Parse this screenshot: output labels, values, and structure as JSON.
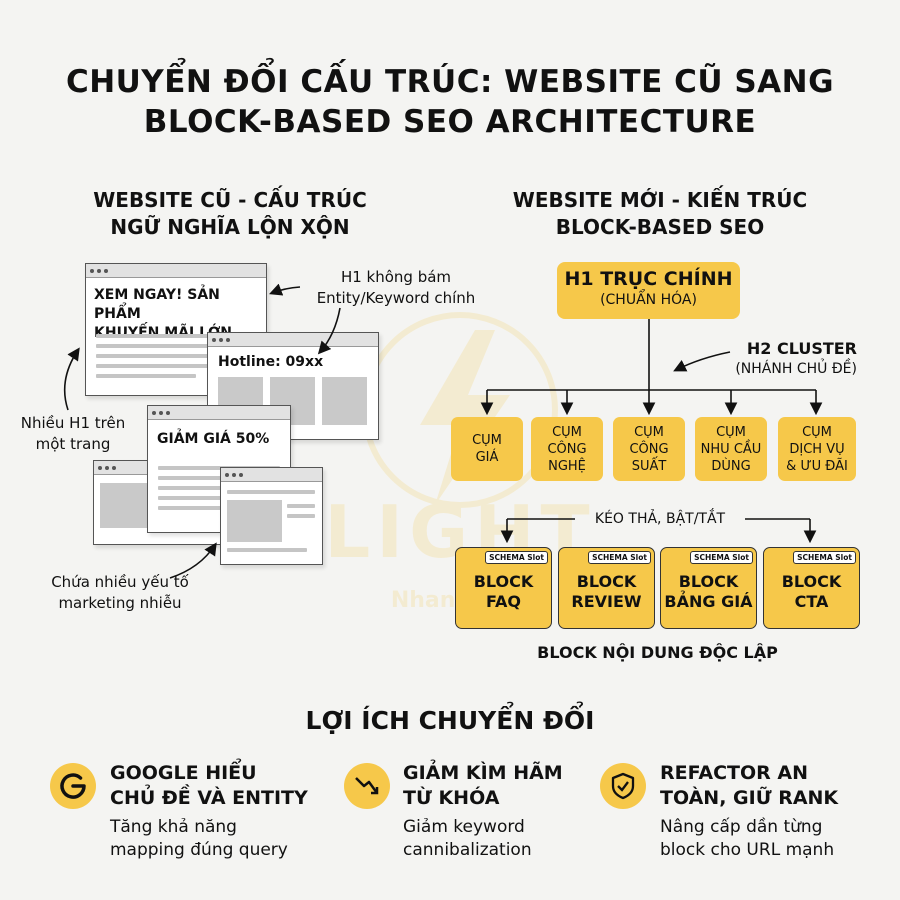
{
  "title": {
    "line1": "CHUYỂN ĐỔI CẤU TRÚC: WEBSITE CŨ SANG",
    "line2": "BLOCK-BASED SEO ARCHITECTURE"
  },
  "watermark": {
    "logo_text": "LIGHT",
    "tagline": "Nhanh – Ch"
  },
  "old_site": {
    "heading_line1": "WEBSITE CŨ - CẤU TRÚC",
    "heading_line2": "NGỮ NGHĨA LỘN XỘN",
    "window1_text_line1": "XEM NGAY! SẢN PHẨM",
    "window1_text_line2": "KHUYẾN MÃI LỚN",
    "window2_text": "Hotline: 09xx",
    "window3_text": "GIẢM GIÁ 50%",
    "note_h1_line1": "H1 không bám",
    "note_h1_line2": "Entity/Keyword chính",
    "note_multi_line1": "Nhiều H1 trên",
    "note_multi_line2": "một trang",
    "note_marketing_line1": "Chứa nhiều yếu tố",
    "note_marketing_line2": "marketing nhiễu"
  },
  "new_site": {
    "heading_line1": "WEBSITE MỚI - KIẾN TRÚC",
    "heading_line2": "BLOCK-BASED SEO",
    "h1_main": "H1 TRỤC CHÍNH",
    "h1_sub": "(CHUẨN HÓA)",
    "h2_label": "H2 CLUSTER",
    "h2_sub": "(NHÁNH CHỦ ĐỀ)",
    "clusters": [
      "CỤM\nGIÁ",
      "CỤM\nCÔNG\nNGHỆ",
      "CỤM\nCÔNG\nSUẤT",
      "CỤM\nNHU CẦU\nDÙNG",
      "CỤM\nDỊCH VỤ\n& ƯU ĐÃI"
    ],
    "drag_label": "KÉO THẢ, BẬT/TẮT",
    "schema_label": "SCHEMA Slot",
    "blocks": [
      "BLOCK\nFAQ",
      "BLOCK\nREVIEW",
      "BLOCK\nBẢNG GIÁ",
      "BLOCK\nCTA"
    ],
    "blocks_caption": "BLOCK NỘI DUNG ĐỘC LẬP"
  },
  "benefits": {
    "heading": "LỢI ÍCH CHUYỂN ĐỔI",
    "items": [
      {
        "icon": "google-icon",
        "title": "GOOGLE HIỂU\nCHỦ ĐỀ VÀ ENTITY",
        "desc": "Tăng khả năng\nmapping đúng query"
      },
      {
        "icon": "trend-down-icon",
        "title": "GIẢM KÌM HÃM\nTỪ KHÓA",
        "desc": "Giảm keyword\ncannibalization"
      },
      {
        "icon": "shield-check-icon",
        "title": "REFACTOR AN\nTOÀN, GIỮ RANK",
        "desc": "Nâng cấp dần từng\nblock cho URL mạnh"
      }
    ]
  },
  "colors": {
    "accent": "#f6c84a",
    "background": "#f4f4f2",
    "text": "#111111"
  }
}
